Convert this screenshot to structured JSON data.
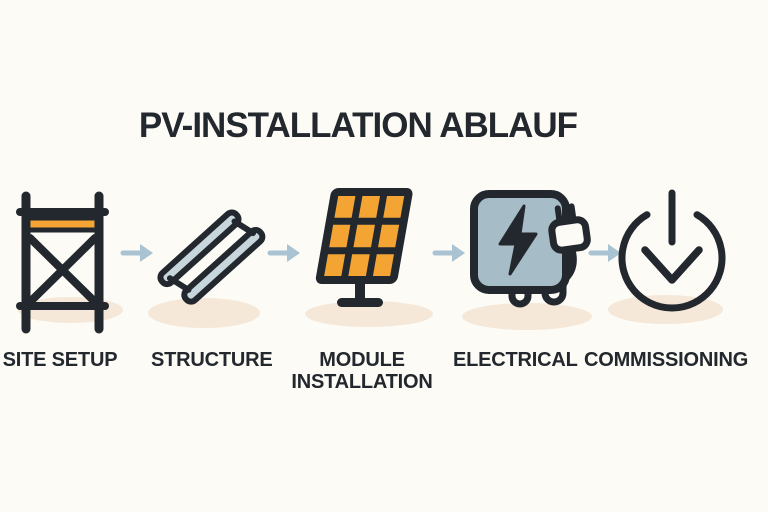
{
  "title": "PV-INSTALLATION ABLAUF",
  "steps": [
    {
      "label": "SITE SETUP",
      "icon": "scaffold-icon"
    },
    {
      "label": "STRUCTURE",
      "icon": "mounting-rail-icon"
    },
    {
      "label": "MODULE INSTALLATION",
      "icon": "solar-panel-icon"
    },
    {
      "label": "ELECTRICAL",
      "icon": "inverter-plug-icon"
    },
    {
      "label": "COMMISSIONING",
      "icon": "power-button-icon"
    }
  ],
  "arrows": {
    "count": 4,
    "direction": "right",
    "glyph": "→"
  },
  "colors": {
    "background": "#FCFBF6",
    "ink": "#23282E",
    "orange": "#F4A432",
    "steel": "#A6BCC6",
    "rail": "#C7D6DC",
    "arrow": "#A9C3D2",
    "shadow": "#F5E8D8"
  }
}
